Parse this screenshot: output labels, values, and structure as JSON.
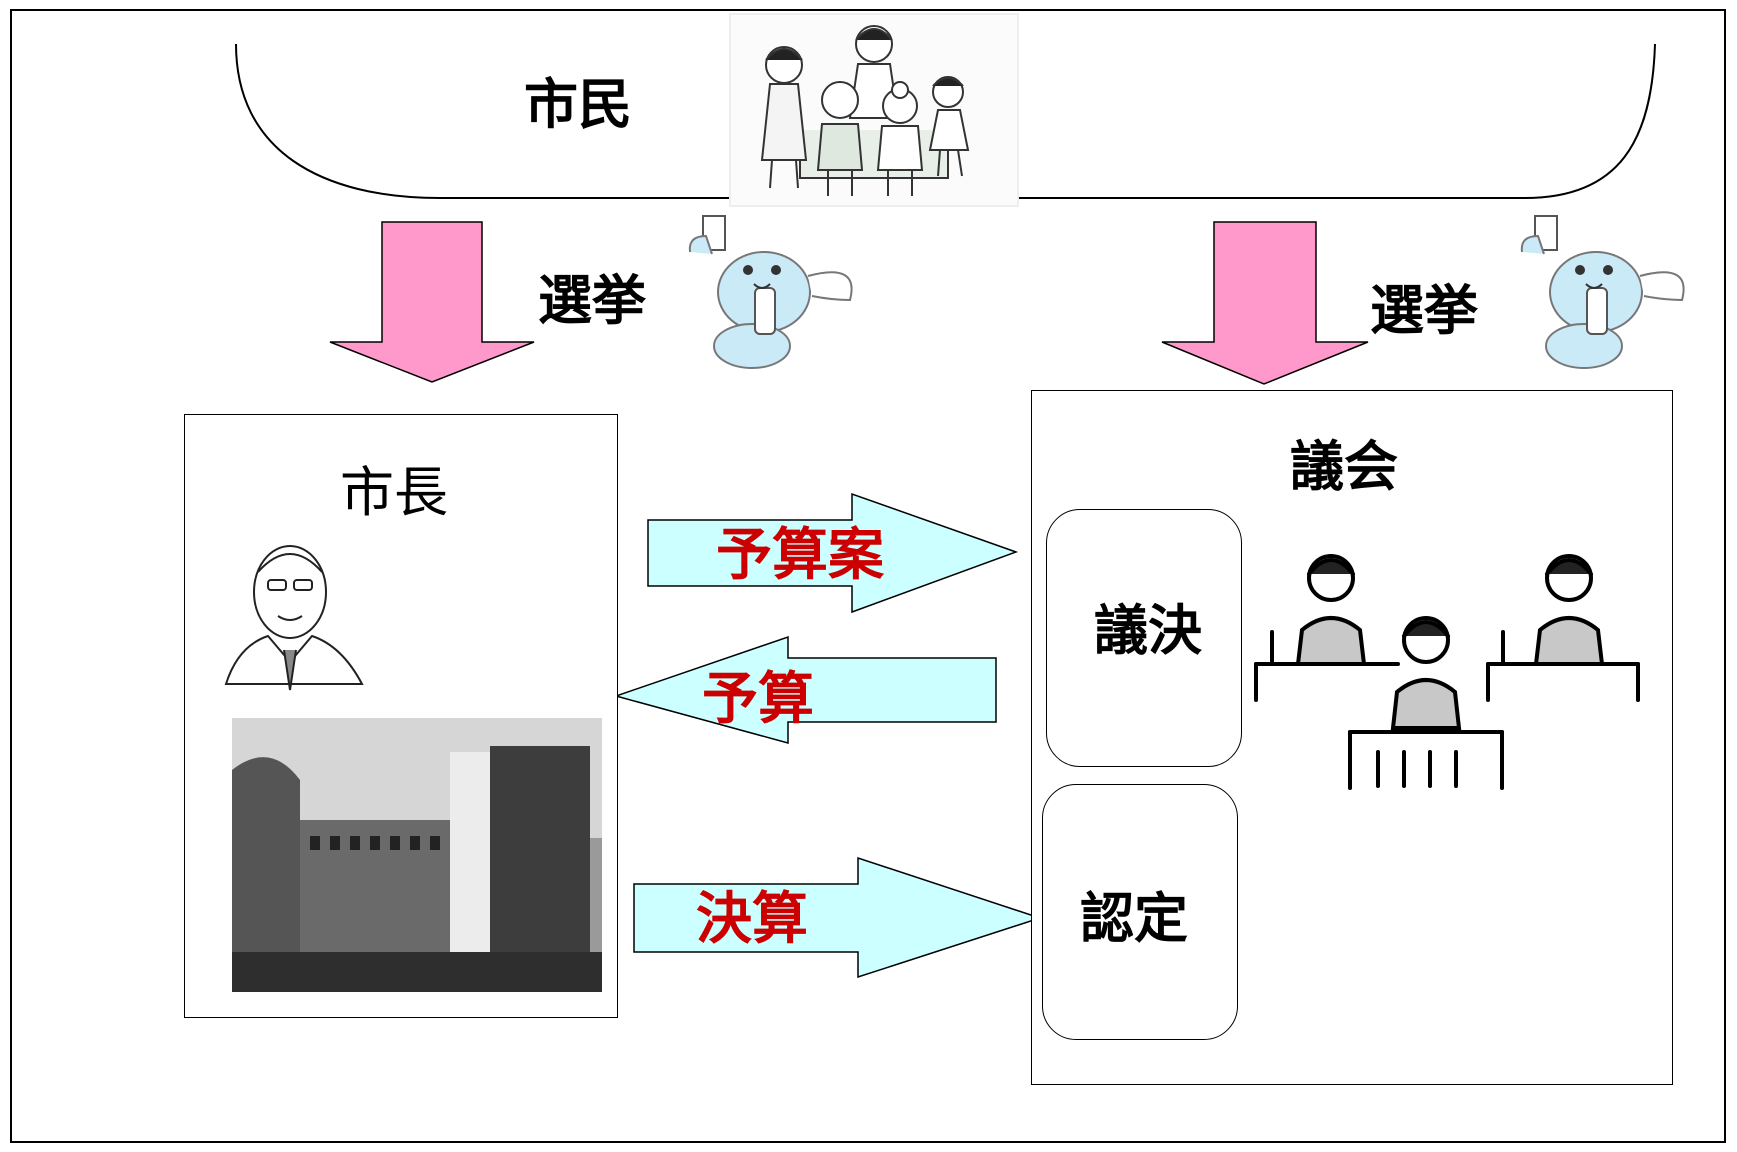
{
  "citizens": {
    "label": "市民"
  },
  "elections": {
    "left_label": "選挙",
    "right_label": "選挙"
  },
  "mayor": {
    "label": "市長"
  },
  "council": {
    "label": "議会",
    "resolution_label": "議決",
    "approval_label": "認定"
  },
  "flows": {
    "budget_proposal": "予算案",
    "budget": "予算",
    "settlement": "決算"
  },
  "colors": {
    "election_arrow": "#ff99cc",
    "flow_arrow": "#ccffff",
    "flow_text": "#cc0000"
  }
}
